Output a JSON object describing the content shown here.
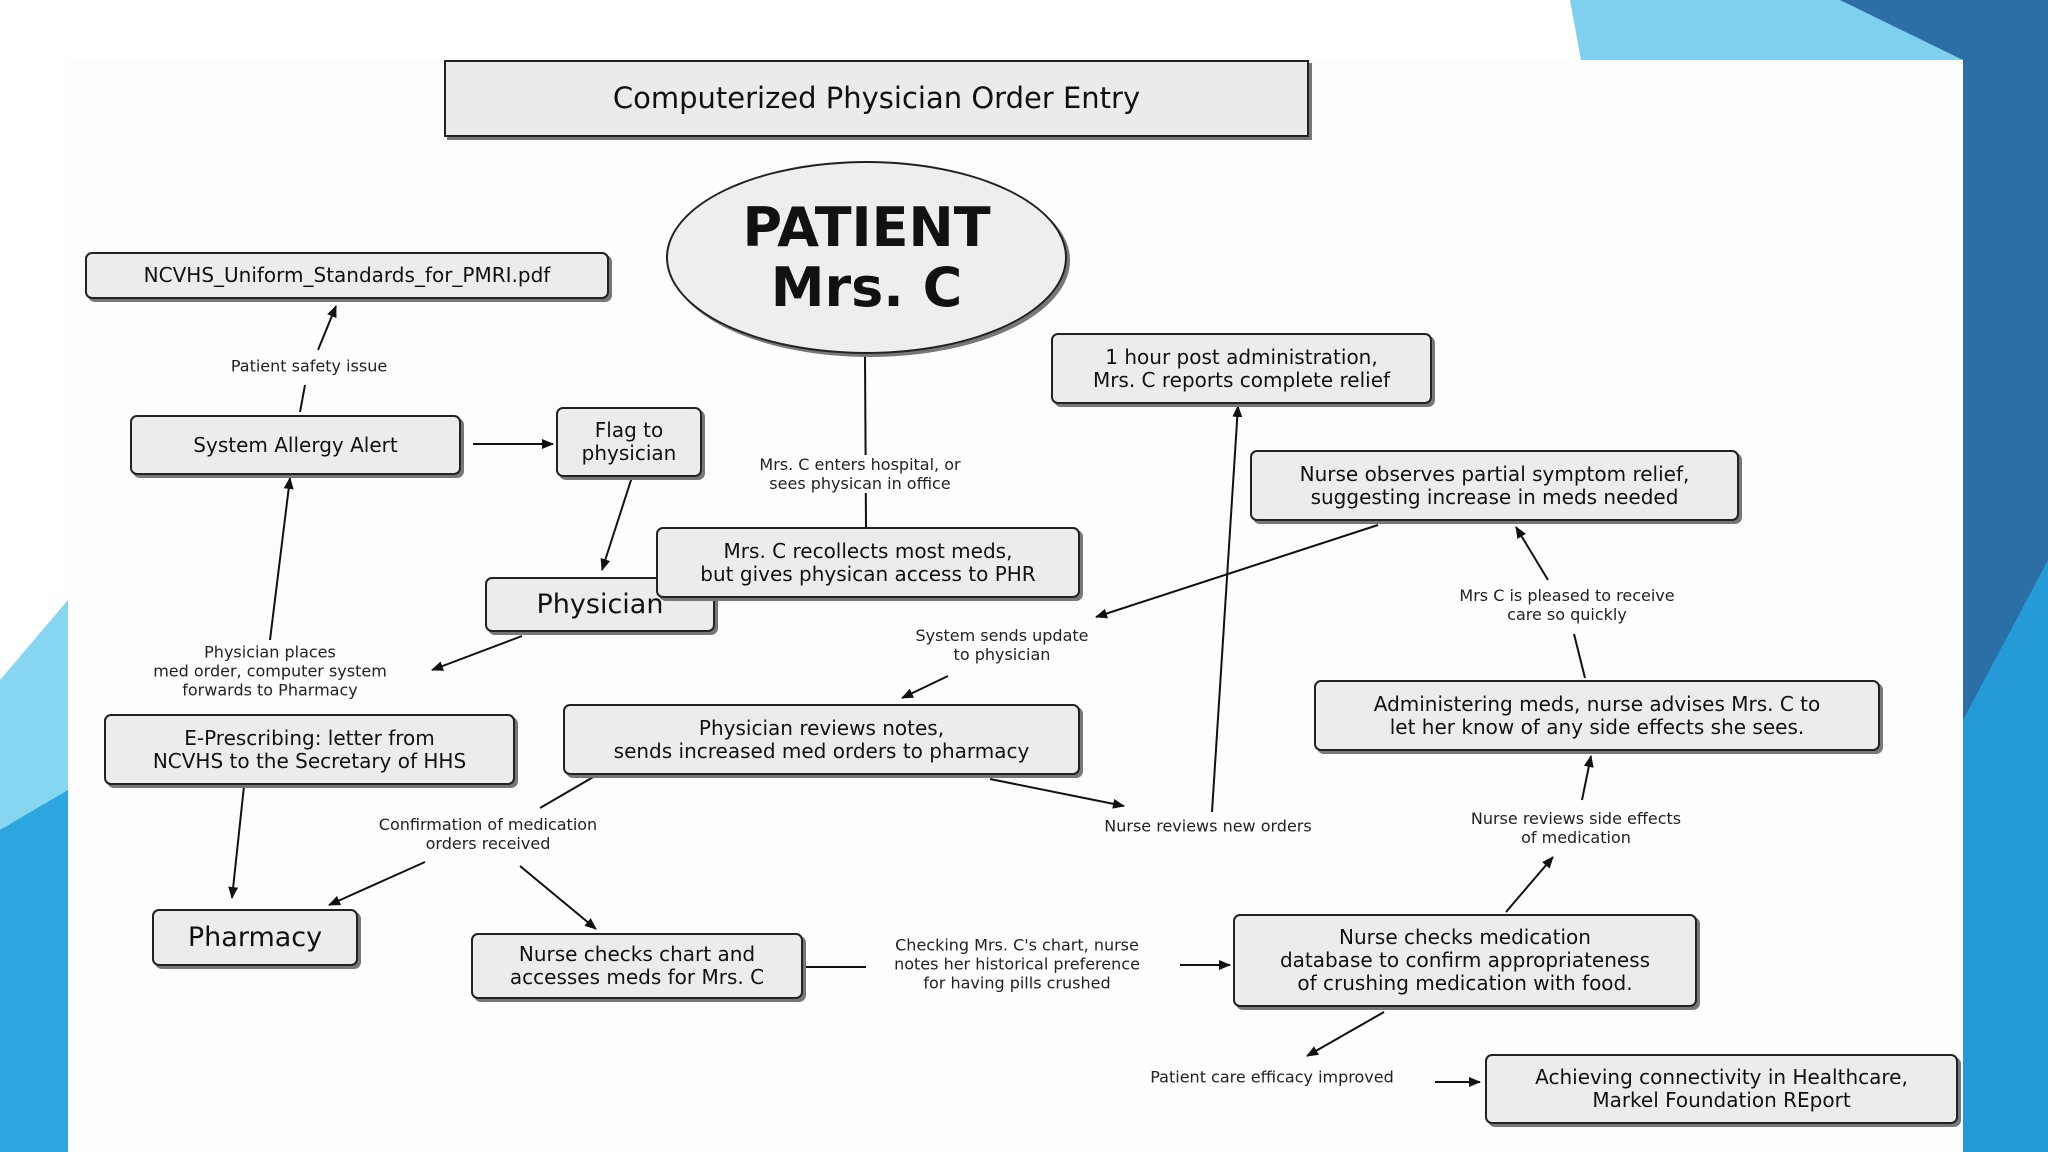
{
  "title": "Computerized Physician Order Entry",
  "patient": "PATIENT\nMrs. C",
  "nodes": {
    "ncvhs_pdf": "NCVHS_Uniform_Standards_for_PMRI.pdf",
    "allergy_alert": "System Allergy Alert",
    "flag_physician": "Flag to\nphysician",
    "physician": "Physician",
    "recollects": "Mrs. C recollects most meds,\nbut gives physican access to PHR",
    "relief": "1 hour post administration,\nMrs. C reports complete relief",
    "partial_relief": "Nurse observes partial symptom relief,\nsuggesting increase in meds needed",
    "e_prescribing": "E-Prescribing: letter from\nNCVHS to the Secretary of HHS",
    "reviews_notes": "Physician reviews notes,\nsends increased med orders to pharmacy",
    "administering": "Administering meds, nurse advises Mrs. C to\nlet her know of any side effects she sees.",
    "pharmacy": "Pharmacy",
    "chart_check": "Nurse checks chart and\naccesses meds for Mrs. C",
    "database_check": "Nurse checks medication\ndatabase to confirm appropriateness\nof crushing medication with food.",
    "connectivity": "Achieving connectivity in Healthcare,\nMarkel Foundation REport"
  },
  "labels": {
    "safety": "Patient safety issue",
    "enters_hospital": "Mrs. C enters hospital, or\nsees physican in office",
    "places_order": "Physician places\nmed order, computer system\nforwards to Pharmacy",
    "sends_update": "System sends update\nto physician",
    "pleased": "Mrs C is pleased to receive\ncare so quickly",
    "confirmation": "Confirmation of medication\norders received",
    "reviews_new": "Nurse reviews new orders",
    "side_effects": "Nurse reviews side effects\nof medication",
    "checking_chart": "Checking Mrs. C's chart, nurse\nnotes her historical preference\nfor having pills crushed",
    "efficacy": "Patient care efficacy improved"
  },
  "colors": {
    "node_fill": "#ececec",
    "deco_light": "#7fd0ee",
    "deco_mid": "#2ba6de",
    "deco_dark": "#1f6fa6"
  }
}
